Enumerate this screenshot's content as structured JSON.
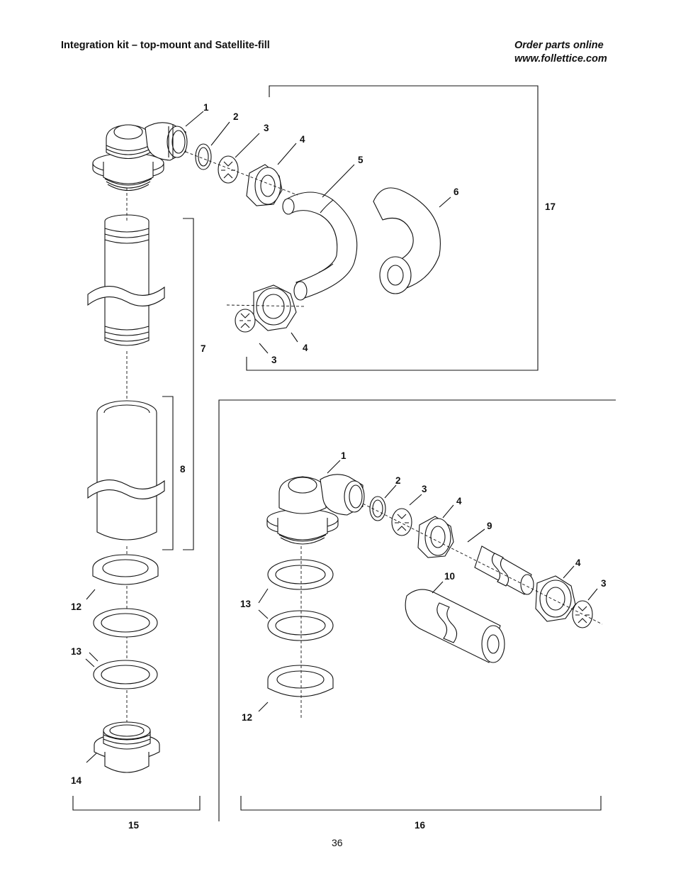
{
  "header": {
    "title": "Integration kit – top-mount and Satellite-fill",
    "order_line1": "Order parts online",
    "order_line2": "www.follettice.com"
  },
  "page_number": "36",
  "callouts": {
    "top_elbow": "1",
    "top_oring": "2",
    "top_washer": "3",
    "top_nut": "4",
    "hose_bent": "5",
    "hose_sleeve": "6",
    "lower_washer": "3",
    "lower_nut": "4",
    "pipe_assembly": "7",
    "tube_sleeve": "8",
    "kit_17": "17",
    "left_ring_12": "12",
    "left_ring_13": "13",
    "left_fitting_14": "14",
    "kit_15": "15",
    "r_elbow": "1",
    "r_oring": "2",
    "r_washer": "3",
    "r_nut": "4",
    "r_tube": "9",
    "r_sleeve": "10",
    "r_nut2": "4",
    "r_washer2": "3",
    "r_ring_13": "13",
    "r_ring_12": "12",
    "kit_16": "16"
  }
}
